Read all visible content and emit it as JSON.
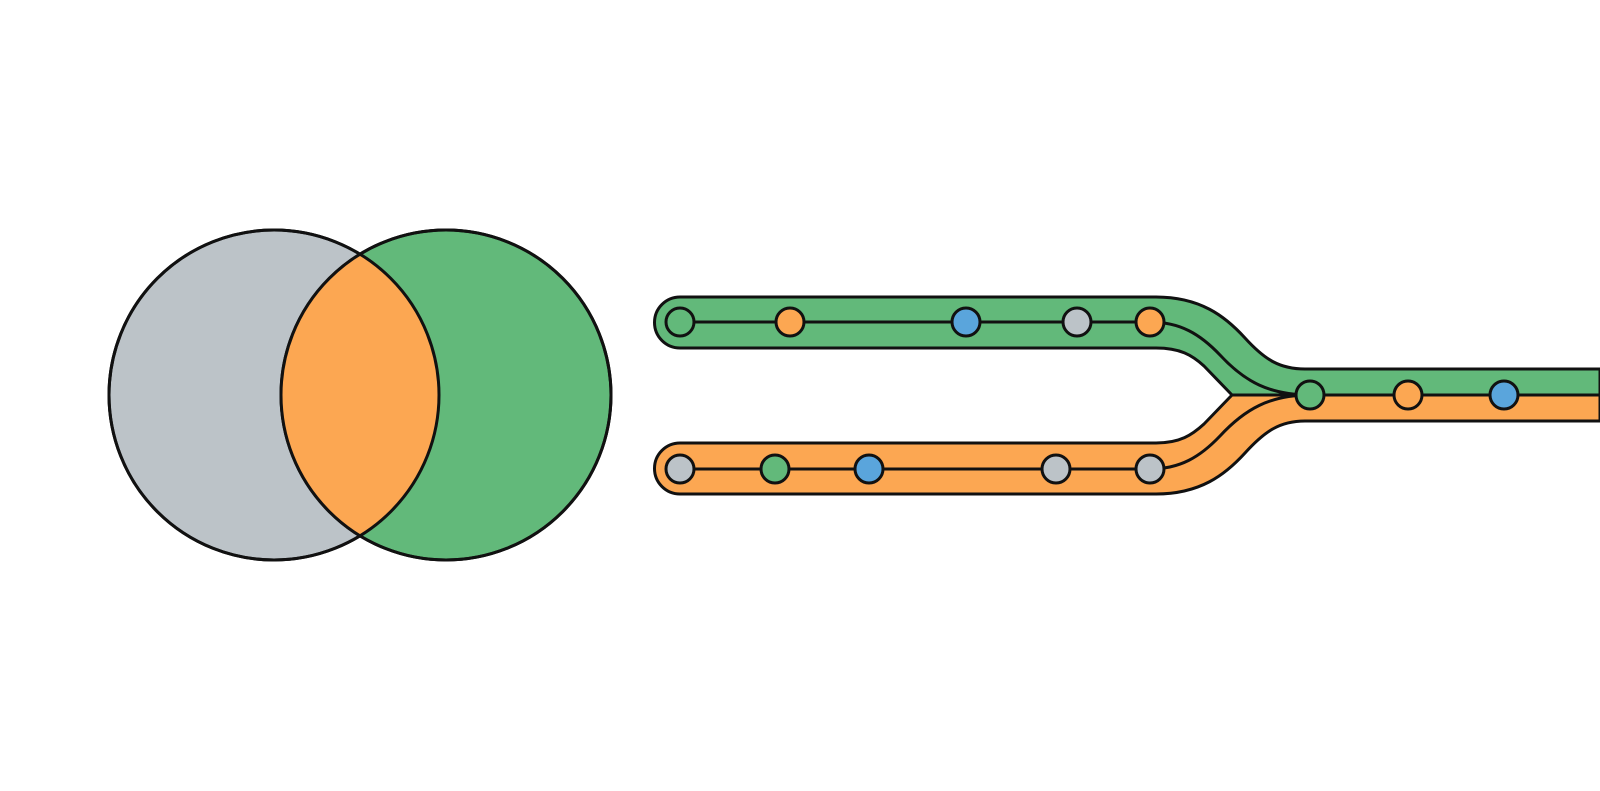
{
  "colors": {
    "background": "#ffffff",
    "outline": "#111111",
    "gray": "#bcc3c8",
    "green": "#62b97a",
    "orange": "#fca752",
    "blue": "#5aa5dc"
  },
  "venn": {
    "left_circle": {
      "fill": "gray"
    },
    "right_circle": {
      "fill": "green"
    },
    "overlap": {
      "fill": "orange"
    }
  },
  "transit": {
    "upper_branch": {
      "fill": "green",
      "stations": [
        "green",
        "orange",
        "blue",
        "gray",
        "orange"
      ]
    },
    "lower_branch": {
      "fill": "orange",
      "stations": [
        "gray",
        "green",
        "blue",
        "gray",
        "gray"
      ]
    },
    "merged_trunk": {
      "fills": [
        "green",
        "orange"
      ],
      "stations": [
        "green",
        "orange",
        "blue"
      ]
    }
  }
}
